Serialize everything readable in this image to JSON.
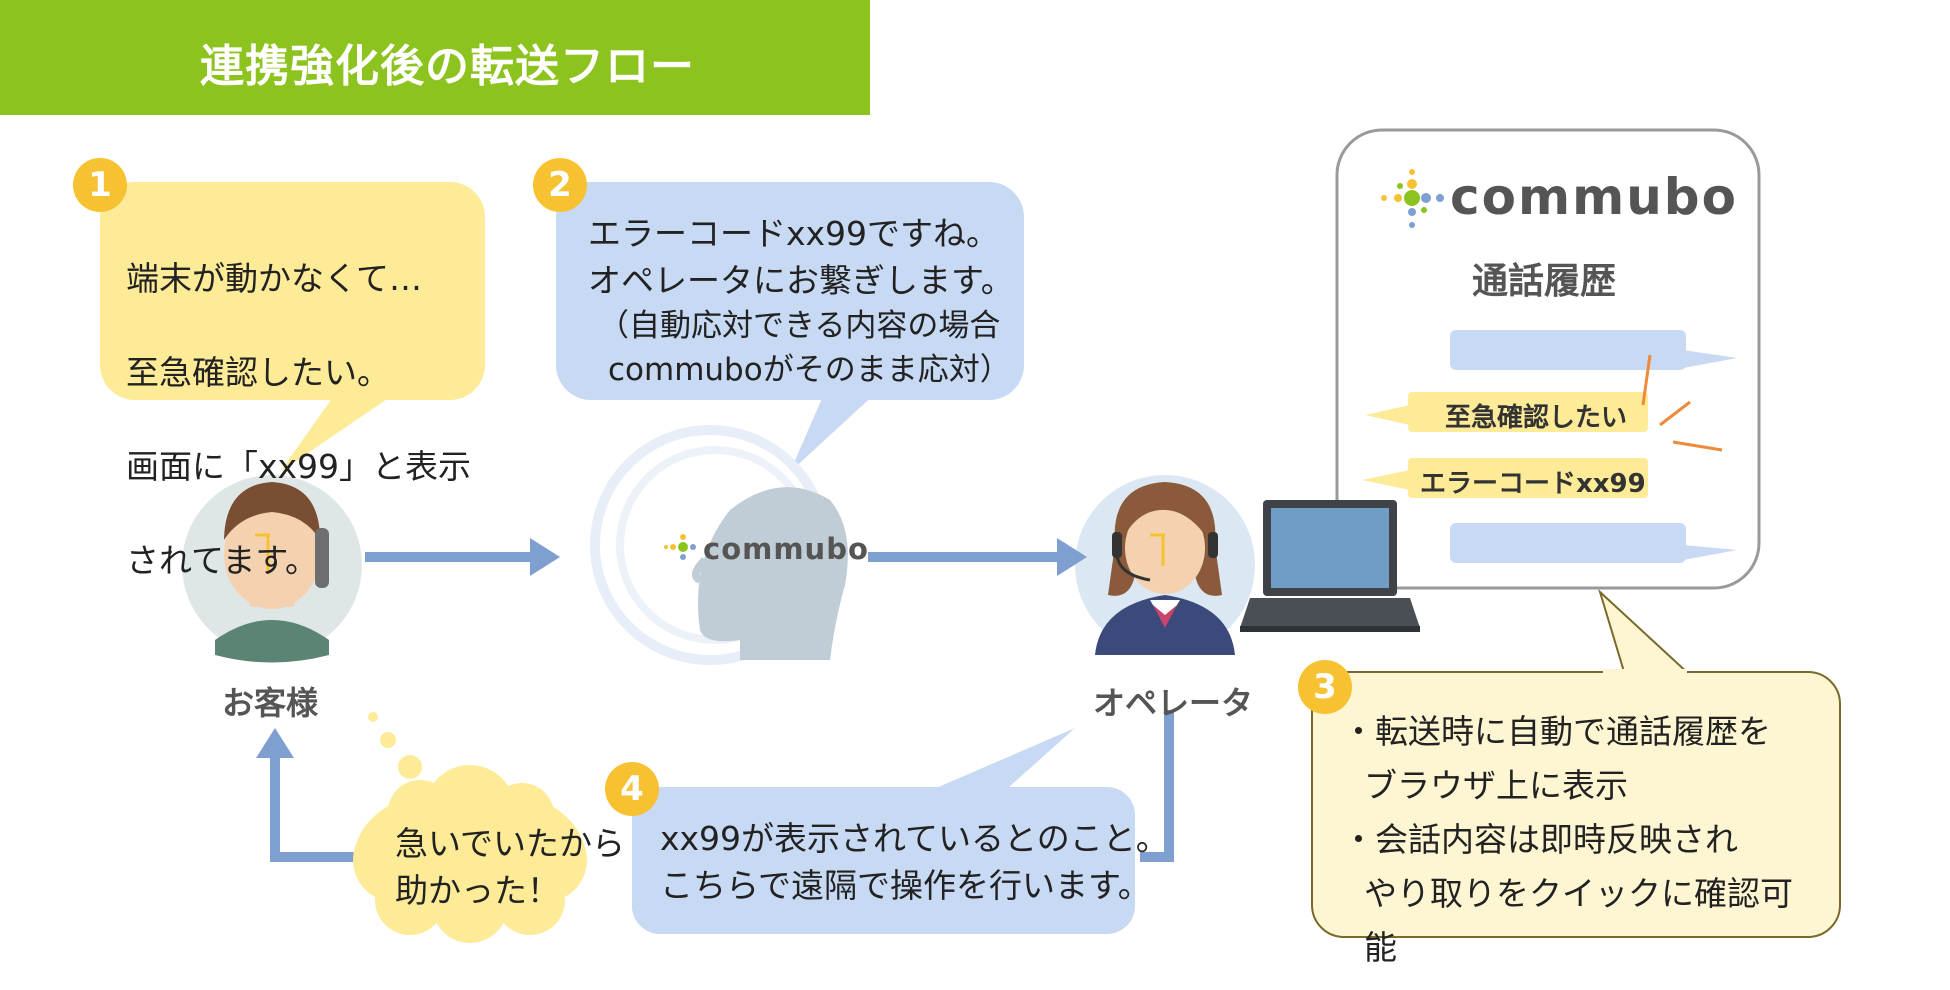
{
  "header": {
    "title": "連携強化後の転送フロー"
  },
  "step1": {
    "badge": "1",
    "line1": "端末が動かなくて…",
    "line2": "至急確認したい。",
    "line3": "画面に「xx99」と表示",
    "line4": "されてます。"
  },
  "step2": {
    "badge": "2",
    "line1": "エラーコードxx99ですね。",
    "line2": "オペレータにお繋ぎします。",
    "line3": "（自動応対できる内容の場合",
    "line4": "commuboがそのまま応対）"
  },
  "step3": {
    "badge": "3",
    "line1": "・転送時に自動で通話履歴を",
    "line2": "ブラウザ上に表示",
    "line3": "・会話内容は即時反映され",
    "line4": "やり取りをクイックに確認可能"
  },
  "step4": {
    "badge": "4",
    "line1": "xx99が表示されているとのこと。",
    "line2": "こちらで遠隔で操作を行います。"
  },
  "thought": {
    "line1": "急いでいたから",
    "line2": "助かった！"
  },
  "customer": {
    "label": "お客様"
  },
  "operator": {
    "label": "オペレータ"
  },
  "commubo_small": {
    "logo": "commubo"
  },
  "history_panel": {
    "logo": "commubo",
    "title": "通話履歴",
    "messages": [
      "至急確認したい",
      "エラーコードxx99"
    ]
  },
  "colors": {
    "header": "#8cc31f",
    "yellow_bubble": "#fdeb98",
    "blue_bubble": "#c7d9f3",
    "cream_bubble": "#fef6d3",
    "badge": "#f7c232",
    "arrow": "#7f9fd1"
  }
}
